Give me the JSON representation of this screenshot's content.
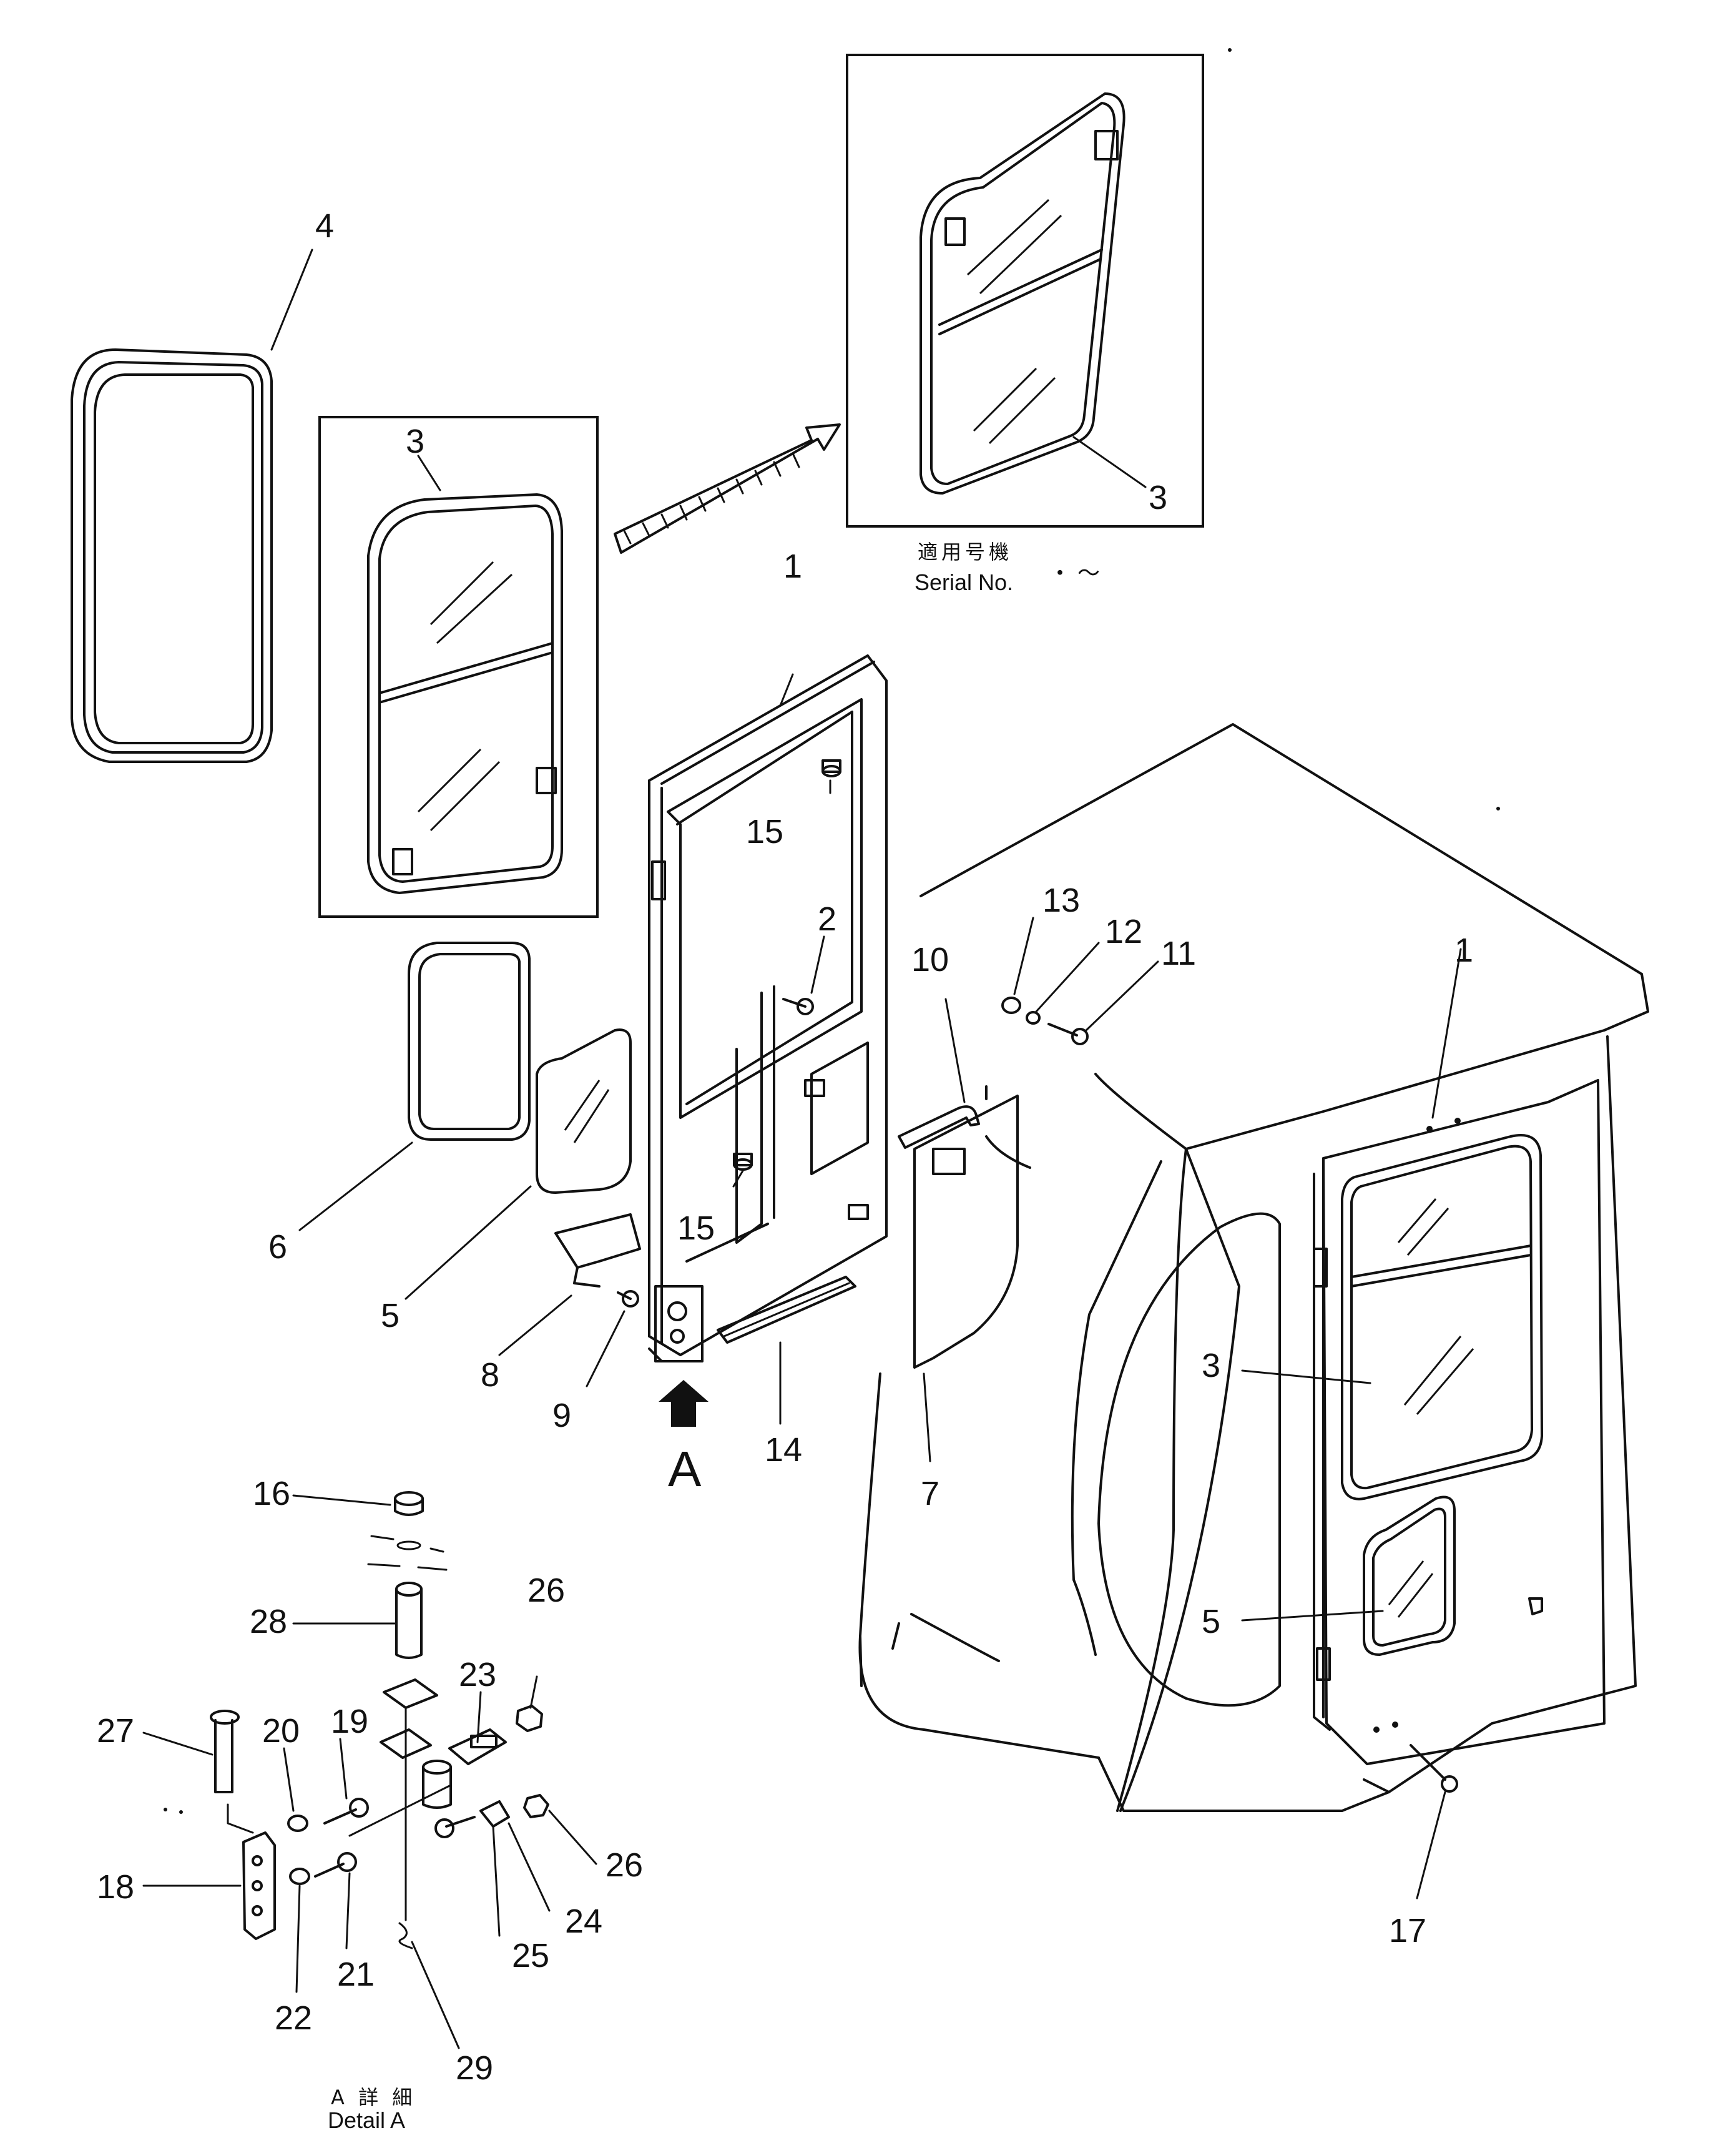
{
  "callouts": {
    "c1a": "1",
    "c1b": "1",
    "c2": "2",
    "c3a": "3",
    "c3b": "3",
    "c3c": "3",
    "c4": "4",
    "c5a": "5",
    "c5b": "5",
    "c6": "6",
    "c7": "7",
    "c8": "8",
    "c9": "9",
    "c10": "10",
    "c11": "11",
    "c12": "12",
    "c13": "13",
    "c14": "14",
    "c15a": "15",
    "c15b": "15",
    "c16": "16",
    "c17": "17",
    "c18": "18",
    "c19": "19",
    "c20": "20",
    "c21": "21",
    "c22": "22",
    "c23": "23",
    "c24": "24",
    "c25": "25",
    "c26a": "26",
    "c26b": "26",
    "c27": "27",
    "c28": "28",
    "c29": "29"
  },
  "view_arrow_label": "A",
  "serial_caption": {
    "japanese": "適用号機",
    "english": "Serial No.",
    "range": "・ ～"
  },
  "detail_caption": {
    "japanese": "A 詳 細",
    "english": "Detail A"
  },
  "colors": {
    "ink": "#111111",
    "paper": "#ffffff"
  }
}
